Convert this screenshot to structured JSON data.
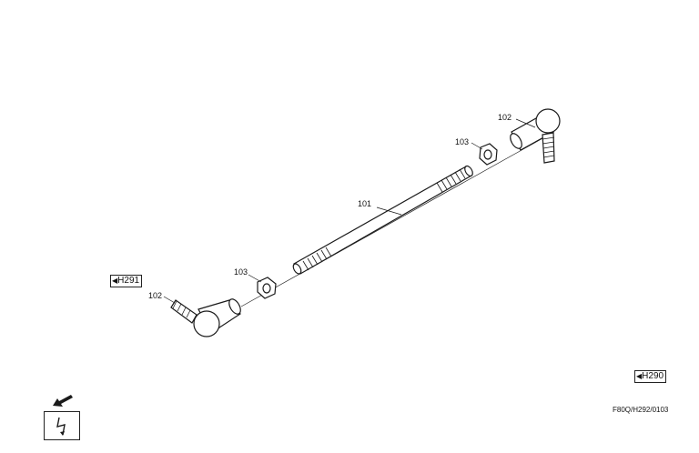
{
  "callouts": {
    "tie_rod": "101",
    "ball_joint_right": "102",
    "nut_right": "103",
    "nut_left": "103",
    "ball_joint_left": "102"
  },
  "references": {
    "left": {
      "arrow": "◀",
      "label": "H291"
    },
    "right": {
      "arrow": "◀",
      "label": "H290"
    }
  },
  "drawing_code": "F80Q/H292/0103",
  "icons": {
    "direction": "arrow-down-left-icon",
    "hazard": "lightning-bolt-icon"
  },
  "colors": {
    "line": "#1a1a1a",
    "background": "#ffffff"
  }
}
